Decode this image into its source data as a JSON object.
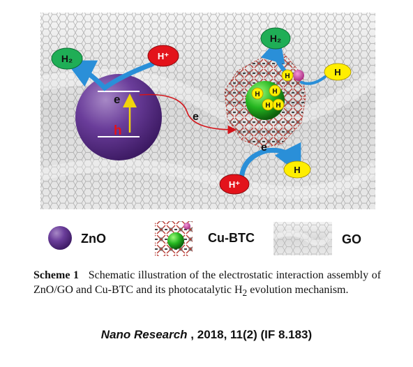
{
  "scheme": {
    "h2_left": "H₂",
    "hplus_left": "H⁺",
    "e_cb": "e",
    "h_vb": "h",
    "e_transfer": "e",
    "h2_right": "H₂",
    "h_small_1": "H",
    "h_right": "H",
    "h_core_1": "H",
    "h_core_2": "H",
    "h_core_3": "H",
    "h_core_4": "H",
    "e_bottom": "e",
    "h_bottom": "H",
    "hplus_bottom": "H⁺"
  },
  "legend": {
    "zno": "ZnO",
    "cubtc": "Cu-BTC",
    "go": "GO"
  },
  "caption": {
    "label": "Scheme 1",
    "text": "Schematic illustration of the electrostatic interaction assembly of ZnO/GO and Cu-BTC and its photocatalytic H",
    "sub": "2",
    "tail": " evolution mechanism."
  },
  "citation": {
    "journal": "Nano Research",
    "rest": " , 2018, 11(2)  (IF 8.183)"
  },
  "colors": {
    "zno": "#6a3d9a",
    "h2_bubble": "#1fae56",
    "hplus_bubble": "#e3131b",
    "h_bubble": "#ffee00",
    "arrow_blue": "#2a8fd8",
    "transfer_red": "#d4141a",
    "framework": "#b5342c"
  }
}
